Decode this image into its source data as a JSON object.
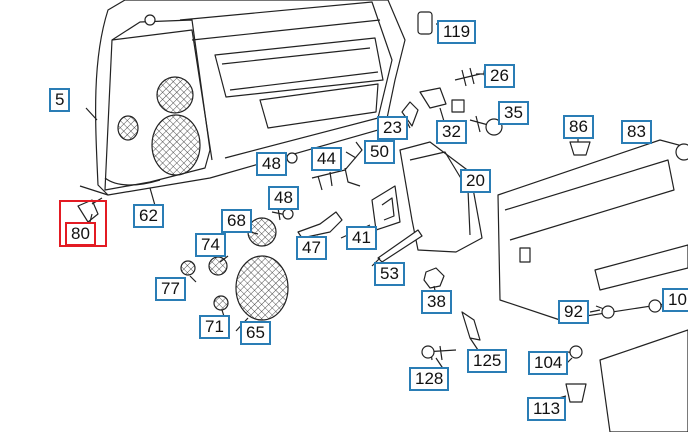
{
  "diagram": {
    "selected_part": "80",
    "colors": {
      "label_border": "#2a7db5",
      "selection": "#e31b23",
      "line": "#222222"
    },
    "parts": [
      {
        "id": "p5",
        "label": "5"
      },
      {
        "id": "p119",
        "label": "119"
      },
      {
        "id": "p26",
        "label": "26"
      },
      {
        "id": "p35",
        "label": "35"
      },
      {
        "id": "p23",
        "label": "23"
      },
      {
        "id": "p32",
        "label": "32"
      },
      {
        "id": "p86",
        "label": "86"
      },
      {
        "id": "p83",
        "label": "83"
      },
      {
        "id": "p48a",
        "label": "48"
      },
      {
        "id": "p44",
        "label": "44"
      },
      {
        "id": "p50",
        "label": "50"
      },
      {
        "id": "p20",
        "label": "20"
      },
      {
        "id": "p48b",
        "label": "48"
      },
      {
        "id": "p62",
        "label": "62"
      },
      {
        "id": "p80",
        "label": "80"
      },
      {
        "id": "p68",
        "label": "68"
      },
      {
        "id": "p74",
        "label": "74"
      },
      {
        "id": "p47",
        "label": "47"
      },
      {
        "id": "p41",
        "label": "41"
      },
      {
        "id": "p53",
        "label": "53"
      },
      {
        "id": "p77",
        "label": "77"
      },
      {
        "id": "p38",
        "label": "38"
      },
      {
        "id": "p92",
        "label": "92"
      },
      {
        "id": "p10x",
        "label": "10"
      },
      {
        "id": "p71",
        "label": "71"
      },
      {
        "id": "p65",
        "label": "65"
      },
      {
        "id": "p125",
        "label": "125"
      },
      {
        "id": "p104",
        "label": "104"
      },
      {
        "id": "p128",
        "label": "128"
      },
      {
        "id": "p113",
        "label": "113"
      }
    ]
  }
}
